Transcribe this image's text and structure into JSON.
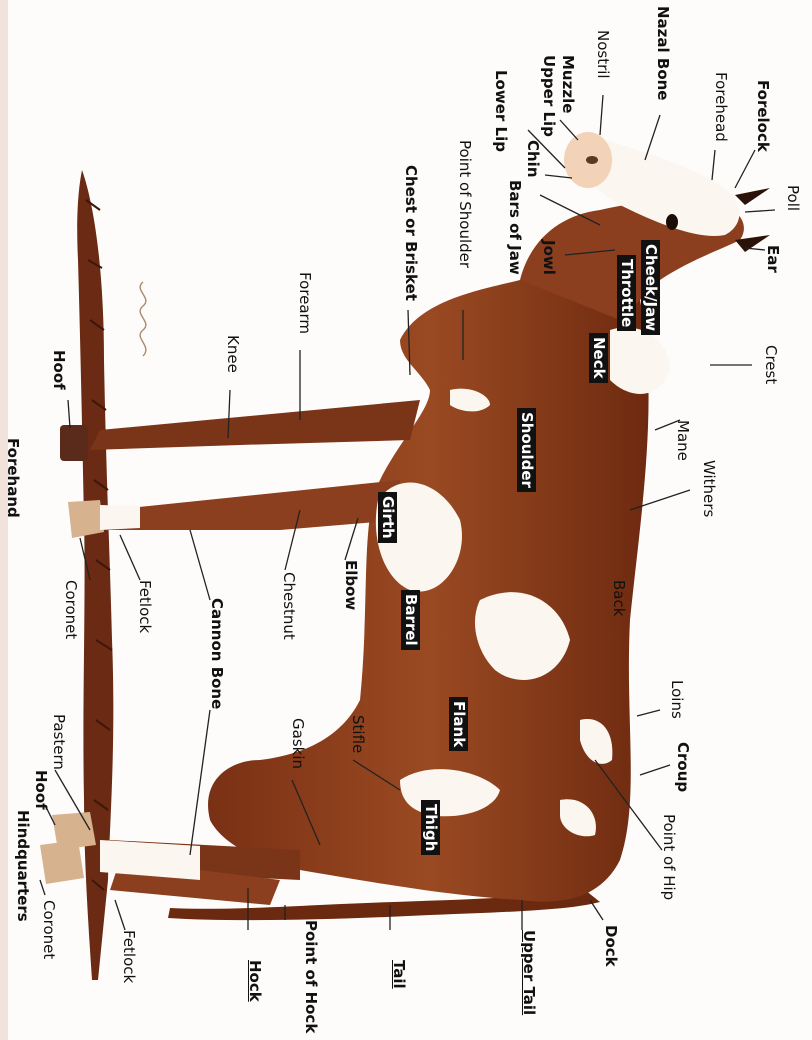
{
  "labels": {
    "nostril": "Nostril",
    "nazal_bone": "Nazal Bone",
    "muzzle": "Muzzle",
    "upper_lip": "Upper Lip",
    "lower_lip": "Lower Lip",
    "chin": "Chin",
    "bars_of_jaw": "Bars of Jaw",
    "jowl": "Jowl",
    "forehead": "Forehead",
    "forelock": "Forelock",
    "poll": "Poll",
    "ear": "Ear",
    "cheek_jaw": "Cheek/Jaw",
    "throttle": "Throttle",
    "neck": "Neck",
    "crest": "Crest",
    "mane": "Mane",
    "withers": "Withers",
    "shoulder": "Shoulder",
    "point_of_shoulder": "Point of Shoulder",
    "chest_or_brisket": "Chest or Brisket",
    "forearm": "Forearm",
    "knee": "Knee",
    "hoof_front": "Hoof",
    "forehand": "Forehand",
    "coronet_front": "Coronet",
    "fetlock_front": "Fetlock",
    "cannon_bone": "Cannon Bone",
    "chestnut": "Chestnut",
    "elbow": "Elbow",
    "girth": "Girth",
    "barrel": "Barrel",
    "back": "Back",
    "loins": "Loins",
    "croup": "Croup",
    "flank": "Flank",
    "stifle": "Stifle",
    "gaskin": "Gaskin",
    "point_of_hip": "Point of Hip",
    "thigh": "Thigh",
    "pastern": "Pastern",
    "hoof_hind": "Hoof",
    "hindquarters": "Hindquarters",
    "coronet_hind": "Coronet",
    "fetlock_hind": "Fetlock",
    "hock": "Hock",
    "point_of_hock": "Point of Hock",
    "tail": "Tail",
    "upper_tail": "Upper Tail",
    "dock": "Dock"
  },
  "colors": {
    "coat": "#8b3f1e",
    "coat_dark": "#5e2610",
    "white_patch": "#fbf6f0",
    "hoof": "#b07a52",
    "label_box": "#111111",
    "text": "#111111"
  }
}
